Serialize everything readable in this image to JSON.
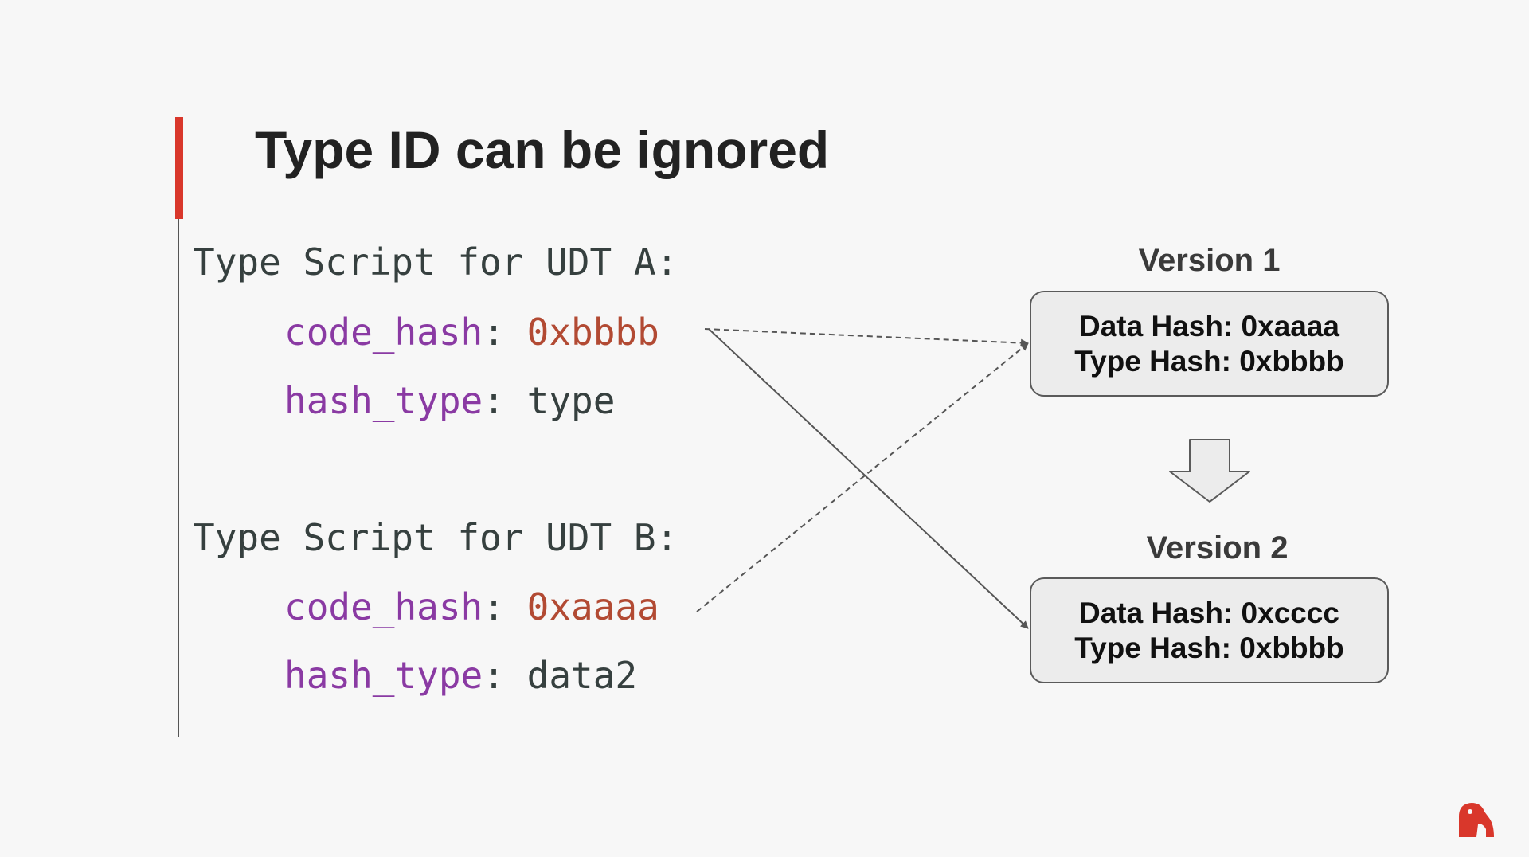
{
  "slide": {
    "title": "Type ID can be ignored"
  },
  "udt_a": {
    "heading": "Type Script for UDT A:",
    "code_hash_key": "code_hash",
    "code_hash_value": "0xbbbb",
    "hash_type_key": "hash_type",
    "hash_type_value": "type"
  },
  "udt_b": {
    "heading": "Type Script for UDT B:",
    "code_hash_key": "code_hash",
    "code_hash_value": "0xaaaa",
    "hash_type_key": "hash_type",
    "hash_type_value": "data2"
  },
  "version1": {
    "label": "Version 1",
    "data_hash": "Data Hash: 0xaaaa",
    "type_hash": "Type Hash: 0xbbbb"
  },
  "version2": {
    "label": "Version 2",
    "data_hash": "Data Hash: 0xcccc",
    "type_hash": "Type Hash: 0xbbbb"
  },
  "colors": {
    "accent": "#d9372b",
    "key": "#8a3aa3",
    "value": "#b24a33",
    "text": "#36403f"
  },
  "icons": [
    "down-arrow-icon",
    "logo-icon"
  ]
}
